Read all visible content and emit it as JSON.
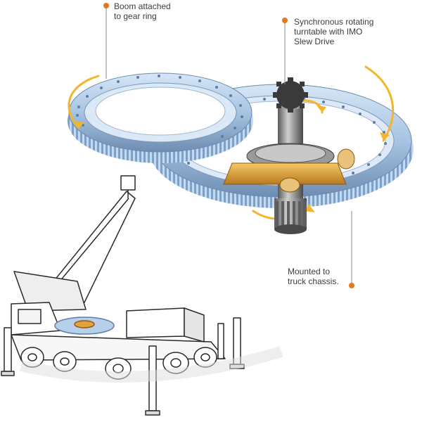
{
  "labels": {
    "boom": "Boom attached\nto gear ring",
    "synchronous": "Synchronous rotating\nturntable with IMO\nSlew Drive",
    "truck": "Mounted to\ntruck chassis."
  },
  "colors": {
    "callout_dot": "#e07a1a",
    "callout_line": "#8a8a8a",
    "gear_ring": "#aac6e4",
    "gear_ring_dark": "#6f8fb3",
    "rotation_arrow": "#f2b62e",
    "drive_housing": "#e2a43a",
    "pinion": "#3a3a3a",
    "truck_outline": "#2a2a2a"
  },
  "icons": {
    "boom_ring": "gear-ring-icon",
    "turntable_ring": "gear-ring-icon",
    "slew_drive": "slew-drive-icon",
    "crane": "crane-truck-icon"
  }
}
